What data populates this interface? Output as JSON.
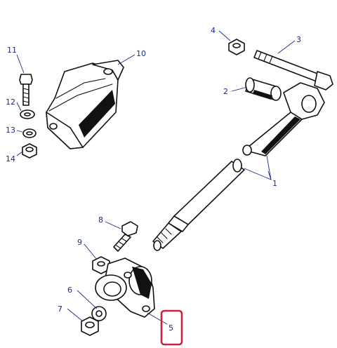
{
  "diagram": {
    "labels": {
      "p1": "1",
      "p2": "2",
      "p3": "3",
      "p4": "4",
      "p5": "5",
      "p6": "6",
      "p7": "7",
      "p8": "8",
      "p9": "9",
      "p10": "10",
      "p11": "11",
      "p12": "12",
      "p13": "13",
      "p14": "14"
    },
    "highlight_color": "#d0213b",
    "label_color": "#1a2a8a",
    "highlighted_part": "5"
  }
}
